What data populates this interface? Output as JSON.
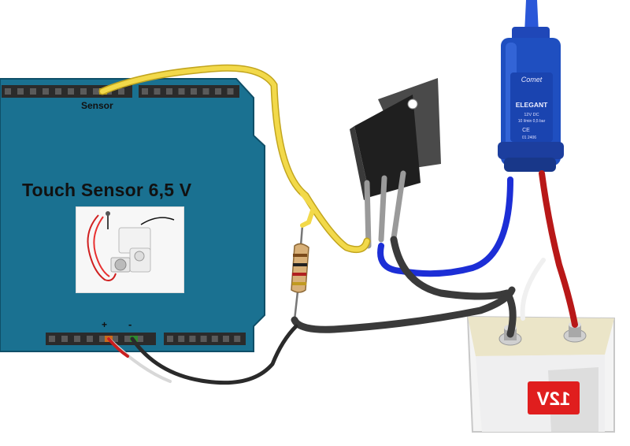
{
  "board": {
    "title": "Touch Sensor 6,5 V",
    "sensor_pin_label": "Sensor",
    "plus_label": "+",
    "minus_label": "-"
  },
  "pump": {
    "brand": "ELEGANT",
    "voltage": "12V DC",
    "spec": "10 l/min  0,5 bar",
    "marks": "CE",
    "logo": "Comet",
    "model": "01 2406"
  },
  "battery": {
    "label": "12V"
  },
  "colors": {
    "board": "#1a7191",
    "wire_signal": "#f2d94a",
    "wire_positive": "#c81e1e",
    "wire_negative": "#3a3a3a",
    "wire_pump_negative": "#1c2ed6",
    "pump_body": "#1f4fc0"
  }
}
